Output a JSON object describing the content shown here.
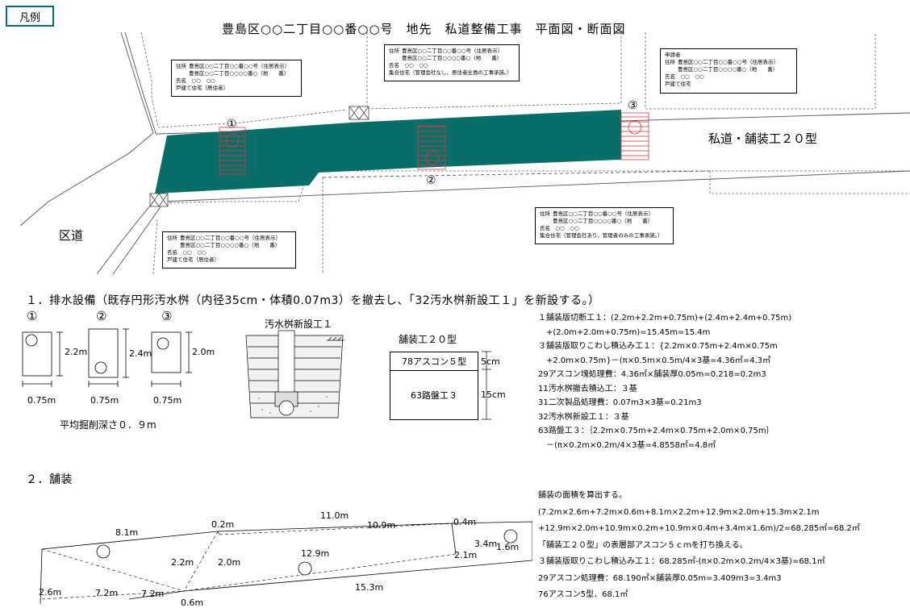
{
  "legend": "凡例",
  "title": "豊島区○○二丁目○○番○○号　地先　私道整備工事　平面図・断面図",
  "plan": {
    "labels": {
      "road_right": "私道・舗装工２０型",
      "road_left": "区道"
    },
    "markers": [
      "①",
      "②",
      "③"
    ],
    "boxes": [
      {
        "id": "tl",
        "prefix": "",
        "addr_label": "住所",
        "addr1": "豊島区○○二丁目○○番○○号（住居表示）",
        "addr2": "豊島区○○二丁目○○○○番○（地　　番）",
        "name": "氏名　○○　○○",
        "note": "戸建て住宅（居住者）"
      },
      {
        "id": "tc",
        "prefix": "",
        "addr_label": "住所",
        "addr1": "豊島区○○二丁目○○番○○号（住居表示）",
        "addr2": "豊島区○○二丁目○○○○番○（地　　番）",
        "name": "氏名　○○　○○",
        "note": "集合住宅（管理会社なし、居住者全員の工事承諾。）"
      },
      {
        "id": "tr",
        "prefix": "申請者",
        "addr_label": "住所",
        "addr1": "豊島区○○二丁目○○番○○号（住居表示）",
        "addr2": "豊島区○○二丁目○○○○番○（地　　番）",
        "name": "氏名　○○　○○",
        "note": "戸建て住宅"
      },
      {
        "id": "br",
        "prefix": "",
        "addr_label": "住所",
        "addr1": "豊島区○○二丁目○○番○○号（住居表示）",
        "addr2": "豊島区○○二丁目○○○○番○（地　　番）",
        "name": "氏名　○○　○○",
        "note": "集合住宅（管理会社あり、管理者のみの工事承諾。）"
      },
      {
        "id": "bl",
        "prefix": "",
        "addr_label": "住所",
        "addr1": "豊島区○○二丁目○○番○○号（住居表示）",
        "addr2": "豊島区○○二丁目○○○○番○（地　　番）",
        "name": "氏名　○○　○○",
        "note": "戸建て住宅（居住者）"
      }
    ]
  },
  "section1": {
    "heading": "１．排水設備（既存円形汚水桝（内径35cm・体積0.07m3）を撤去し、「32汚水桝新設工１」を新設する。）",
    "basins": [
      {
        "num": "①",
        "h": "2.2m",
        "w": "0.75m"
      },
      {
        "num": "②",
        "h": "2.4m",
        "w": "0.75m"
      },
      {
        "num": "③",
        "h": "2.0m",
        "w": "0.75m"
      }
    ],
    "avg_depth": "平均掘削深さ０．９m",
    "basin_title": "汚水桝新設工１",
    "pave_title": "舗装工２０型",
    "pave_layers": [
      {
        "name": "78アスコン５型",
        "t": "5cm"
      },
      {
        "name": "63路盤工３",
        "t": "15cm"
      }
    ]
  },
  "calc1": [
    "１舗装版切断工１：(2.2m+2.2m+0.75m)+(2.4m+2.4m+0.75m)",
    "　+(2.0m+2.0m+0.75m)=15.45m=15.4m",
    "３舗装版取りこわし積込み工１：{2.2m×0.75m+2.4m×0.75m",
    "　+2.0m×0.75m}－(π×0.5m×0.5m/4×3基=4.36㎡=4.3㎡",
    "29アスコン塊処理費：4.36㎡×舗装厚0.05m=0.218=0.2m3",
    "11汚水桝撤去積込工：３基",
    "31二次製品処理費：0.07m3×3基=0.21m3",
    "32汚水桝新設工１：３基",
    "63路盤工３：｛2.2m×0.75m+2.4m×0.75m+2.0m×0.75m｝",
    "　－(π×0.2m×0.2m/4×3基=4.8558㎡=4.8㎡"
  ],
  "section2": {
    "heading": "２．舗装",
    "dims": [
      "8.1m",
      "0.2m",
      "11.0m",
      "10.9m",
      "0.4m",
      "3.4m",
      "1.6m",
      "2.2m",
      "2.0m",
      "12.9m",
      "2.1m",
      "2.6m",
      "7.2m",
      "7.2m",
      "0.6m",
      "15.3m"
    ]
  },
  "calc2": [
    "舗装の面積を算出する。",
    "(7.2m×2.6m+7.2m×0.6m+8.1m×2.2m+12.9m×2.0m+15.3m×2.1m",
    "+12.9m×2.0m+10.9m×0.2m+10.9m×0.4m+3.4m×1.6m)/2=68.285㎡=68.2㎡",
    "「舗装工２０型」の表層部アスコン５ｃｍを打ち換える。",
    "３舗装版取りこわし積込み工１：68.285㎡-(π×0.2m×0.2m/4×3基)=68.1㎡",
    "29アスコン処理費：68.190㎡×舗装厚0.05m=3.409m3=3.4m3",
    "76アスコン5型．68.1㎡"
  ],
  "colors": {
    "paving": "#0a6e68",
    "legend_border": "#0d6e68",
    "hatch": "#d23c3c"
  }
}
